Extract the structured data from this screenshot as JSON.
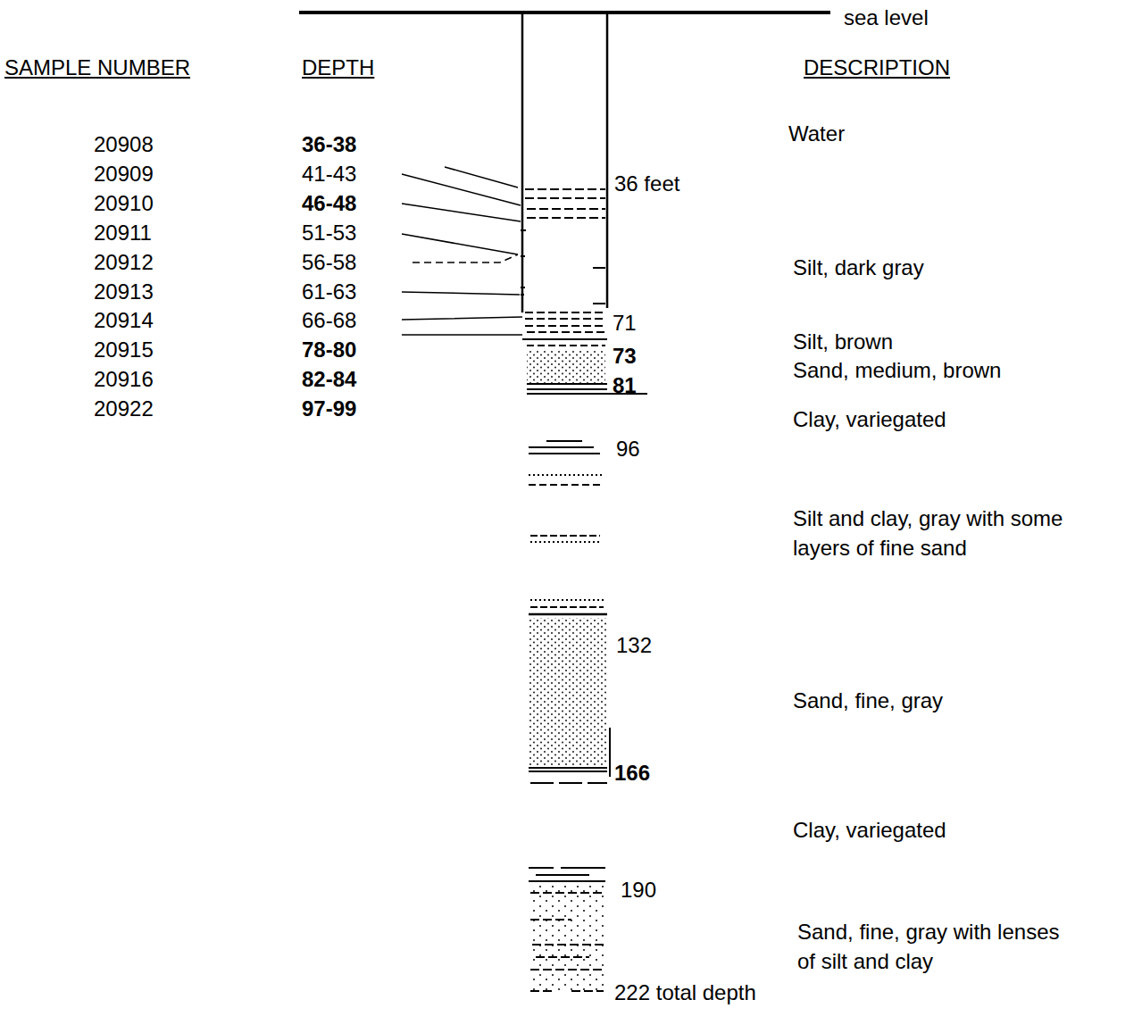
{
  "diagram": {
    "labels": [
      "sea level",
      "SAMPLE NUMBER",
      "DEPTH",
      "DESCRIPTION",
      "20908",
      "20909",
      "20910",
      "20911",
      "20912",
      "20913",
      "20914",
      "20915",
      "20916",
      "20922",
      "36-38",
      "41-43",
      "46-48",
      "51-53",
      "56-58",
      "61-63",
      "66-68",
      "78-80",
      "82-84",
      "97-99",
      "Water",
      "36 feet",
      "Silt, dark gray",
      "71",
      "Silt, brown",
      "73",
      "Sand, medium, brown",
      "81",
      "Clay, variegated",
      "96",
      "Silt and clay, gray with some layers of fine sand",
      "132",
      "Sand, fine, gray",
      "166",
      "Clay, variegated",
      "190",
      "Sand, fine, gray with lenses of silt and clay",
      "222 total depth"
    ]
  }
}
